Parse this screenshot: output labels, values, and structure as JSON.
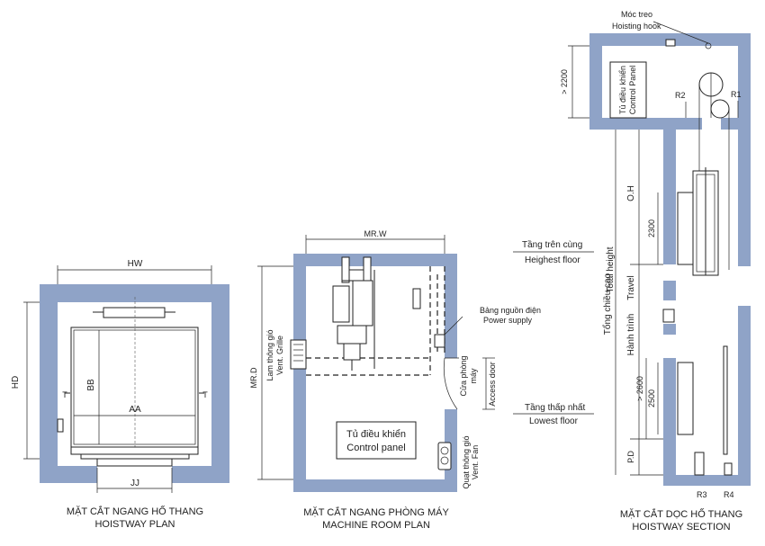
{
  "hoistway_plan": {
    "dim_hw": "HW",
    "dim_hd": "HD",
    "dim_bb": "BB",
    "dim_aa": "AA",
    "dim_jj": "JJ",
    "mark_t_left": "T",
    "mark_t_right": "T",
    "caption_vi": "MẶT CẮT NGANG HỐ THANG",
    "caption_en": "HOISTWAY PLAN"
  },
  "machine_room": {
    "dim_width": "MR.W",
    "dim_depth": "MR.D",
    "power_supply_vi": "Bảng nguồn điện",
    "power_supply_en": "Power supply",
    "vent_grille_vi": "Lam thông gió",
    "vent_grille_en": "Vent. Grille",
    "access_door_vi1": "Cửa phòng",
    "access_door_vi2": "máy",
    "access_door_en": "Access door",
    "control_panel_vi": "Tủ điều khiển",
    "control_panel_en": "Control panel",
    "vent_fan_vi": "Quạt thông gió",
    "vent_fan_en": "Vent. Fan",
    "caption_vi": "MẶT CẮT NGANG PHÒNG MÁY",
    "caption_en": "MACHINE ROOM PLAN"
  },
  "floors": {
    "top_vi": "Tầng trên cùng",
    "top_en": "Heighest floor",
    "lowest_vi": "Tầng thấp nhất",
    "lowest_en": "Lowest floor"
  },
  "section": {
    "hook_vi": "Móc treo",
    "hook_en": "Hoisting hook",
    "dim_top": "> 2200",
    "control_panel_vi": "Tủ điều khiển",
    "control_panel_en": "Control Panel",
    "r1": "R1",
    "r2": "R2",
    "r3": "R3",
    "r4": "R4",
    "total_height_vi": "Tổng chiều cao",
    "total_height_en": "Total height",
    "travel_vi": "Hành trình",
    "travel_en": "Travel",
    "oh": "O.H",
    "car_height": "2300",
    "dim_2600": "> 2600",
    "dim_2500": "2500",
    "pd": "P.D",
    "caption_vi": "MẶT CẮT DỌC HỐ THANG",
    "caption_en": "HOISTWAY SECTION"
  }
}
